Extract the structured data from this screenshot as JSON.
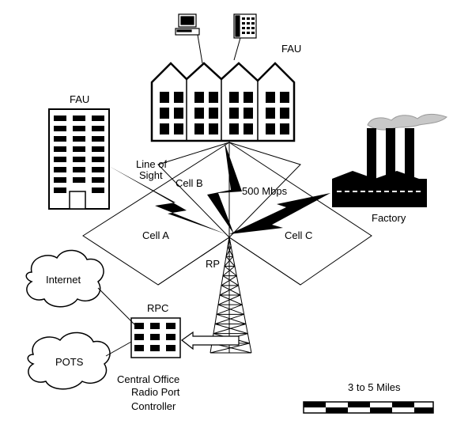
{
  "labels": {
    "fau_top": "FAU",
    "fau_left": "FAU",
    "line_of_sight_1": "Line of",
    "line_of_sight_2": "Sight",
    "cell_a": "Cell A",
    "cell_b": "Cell B",
    "cell_c": "Cell C",
    "speed": "500 Mbps",
    "factory": "Factory",
    "rp": "RP",
    "rpc": "RPC",
    "internet": "Internet",
    "pots": "POTS",
    "central_office_1": "Central Office",
    "central_office_2": "Radio Port",
    "central_office_3": "Controller",
    "scale": "3 to 5 Miles"
  }
}
